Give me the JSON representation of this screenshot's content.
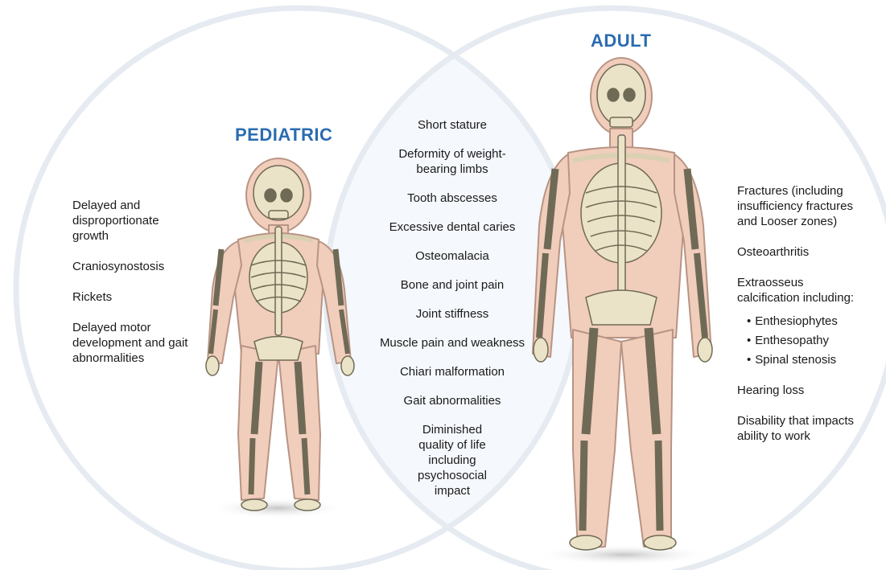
{
  "headings": {
    "pediatric": "PEDIATRIC",
    "adult": "ADULT"
  },
  "pediatric_items": [
    "Delayed and disproportionate growth",
    "Craniosynostosis",
    "Rickets",
    "Delayed motor development and gait abnormalities"
  ],
  "shared_items": [
    "Short stature",
    "Deformity of weight-bearing limbs",
    "Tooth abscesses",
    "Excessive dental caries",
    "Osteomalacia",
    "Bone and joint pain",
    "Joint stiffness",
    "Muscle pain and weakness",
    "Chiari malformation",
    "Gait abnormalities",
    "Diminished quality of life including psychosocial impact"
  ],
  "adult_items": {
    "fractures": "Fractures (including insufficiency fractures and Looser zones)",
    "osteoarthritis": "Osteoarthritis",
    "calcification": "Extraosseus calcification including:",
    "calcification_bullet": "•",
    "calcification_subitems": [
      "Enthesiophytes",
      "Enthesopathy",
      "Spinal stenosis"
    ],
    "hearing": "Hearing loss",
    "disability": "Disability that impacts ability to work"
  },
  "colors": {
    "heading_blue": "#2b6cb0",
    "circle_stroke": "#e6ebf2",
    "overlap_fill": "#f5f8fc",
    "skin": "#f1cdbc",
    "skin_outline": "#b89484",
    "bone": "#eae3c7",
    "bone_outline": "#6f6a55"
  }
}
